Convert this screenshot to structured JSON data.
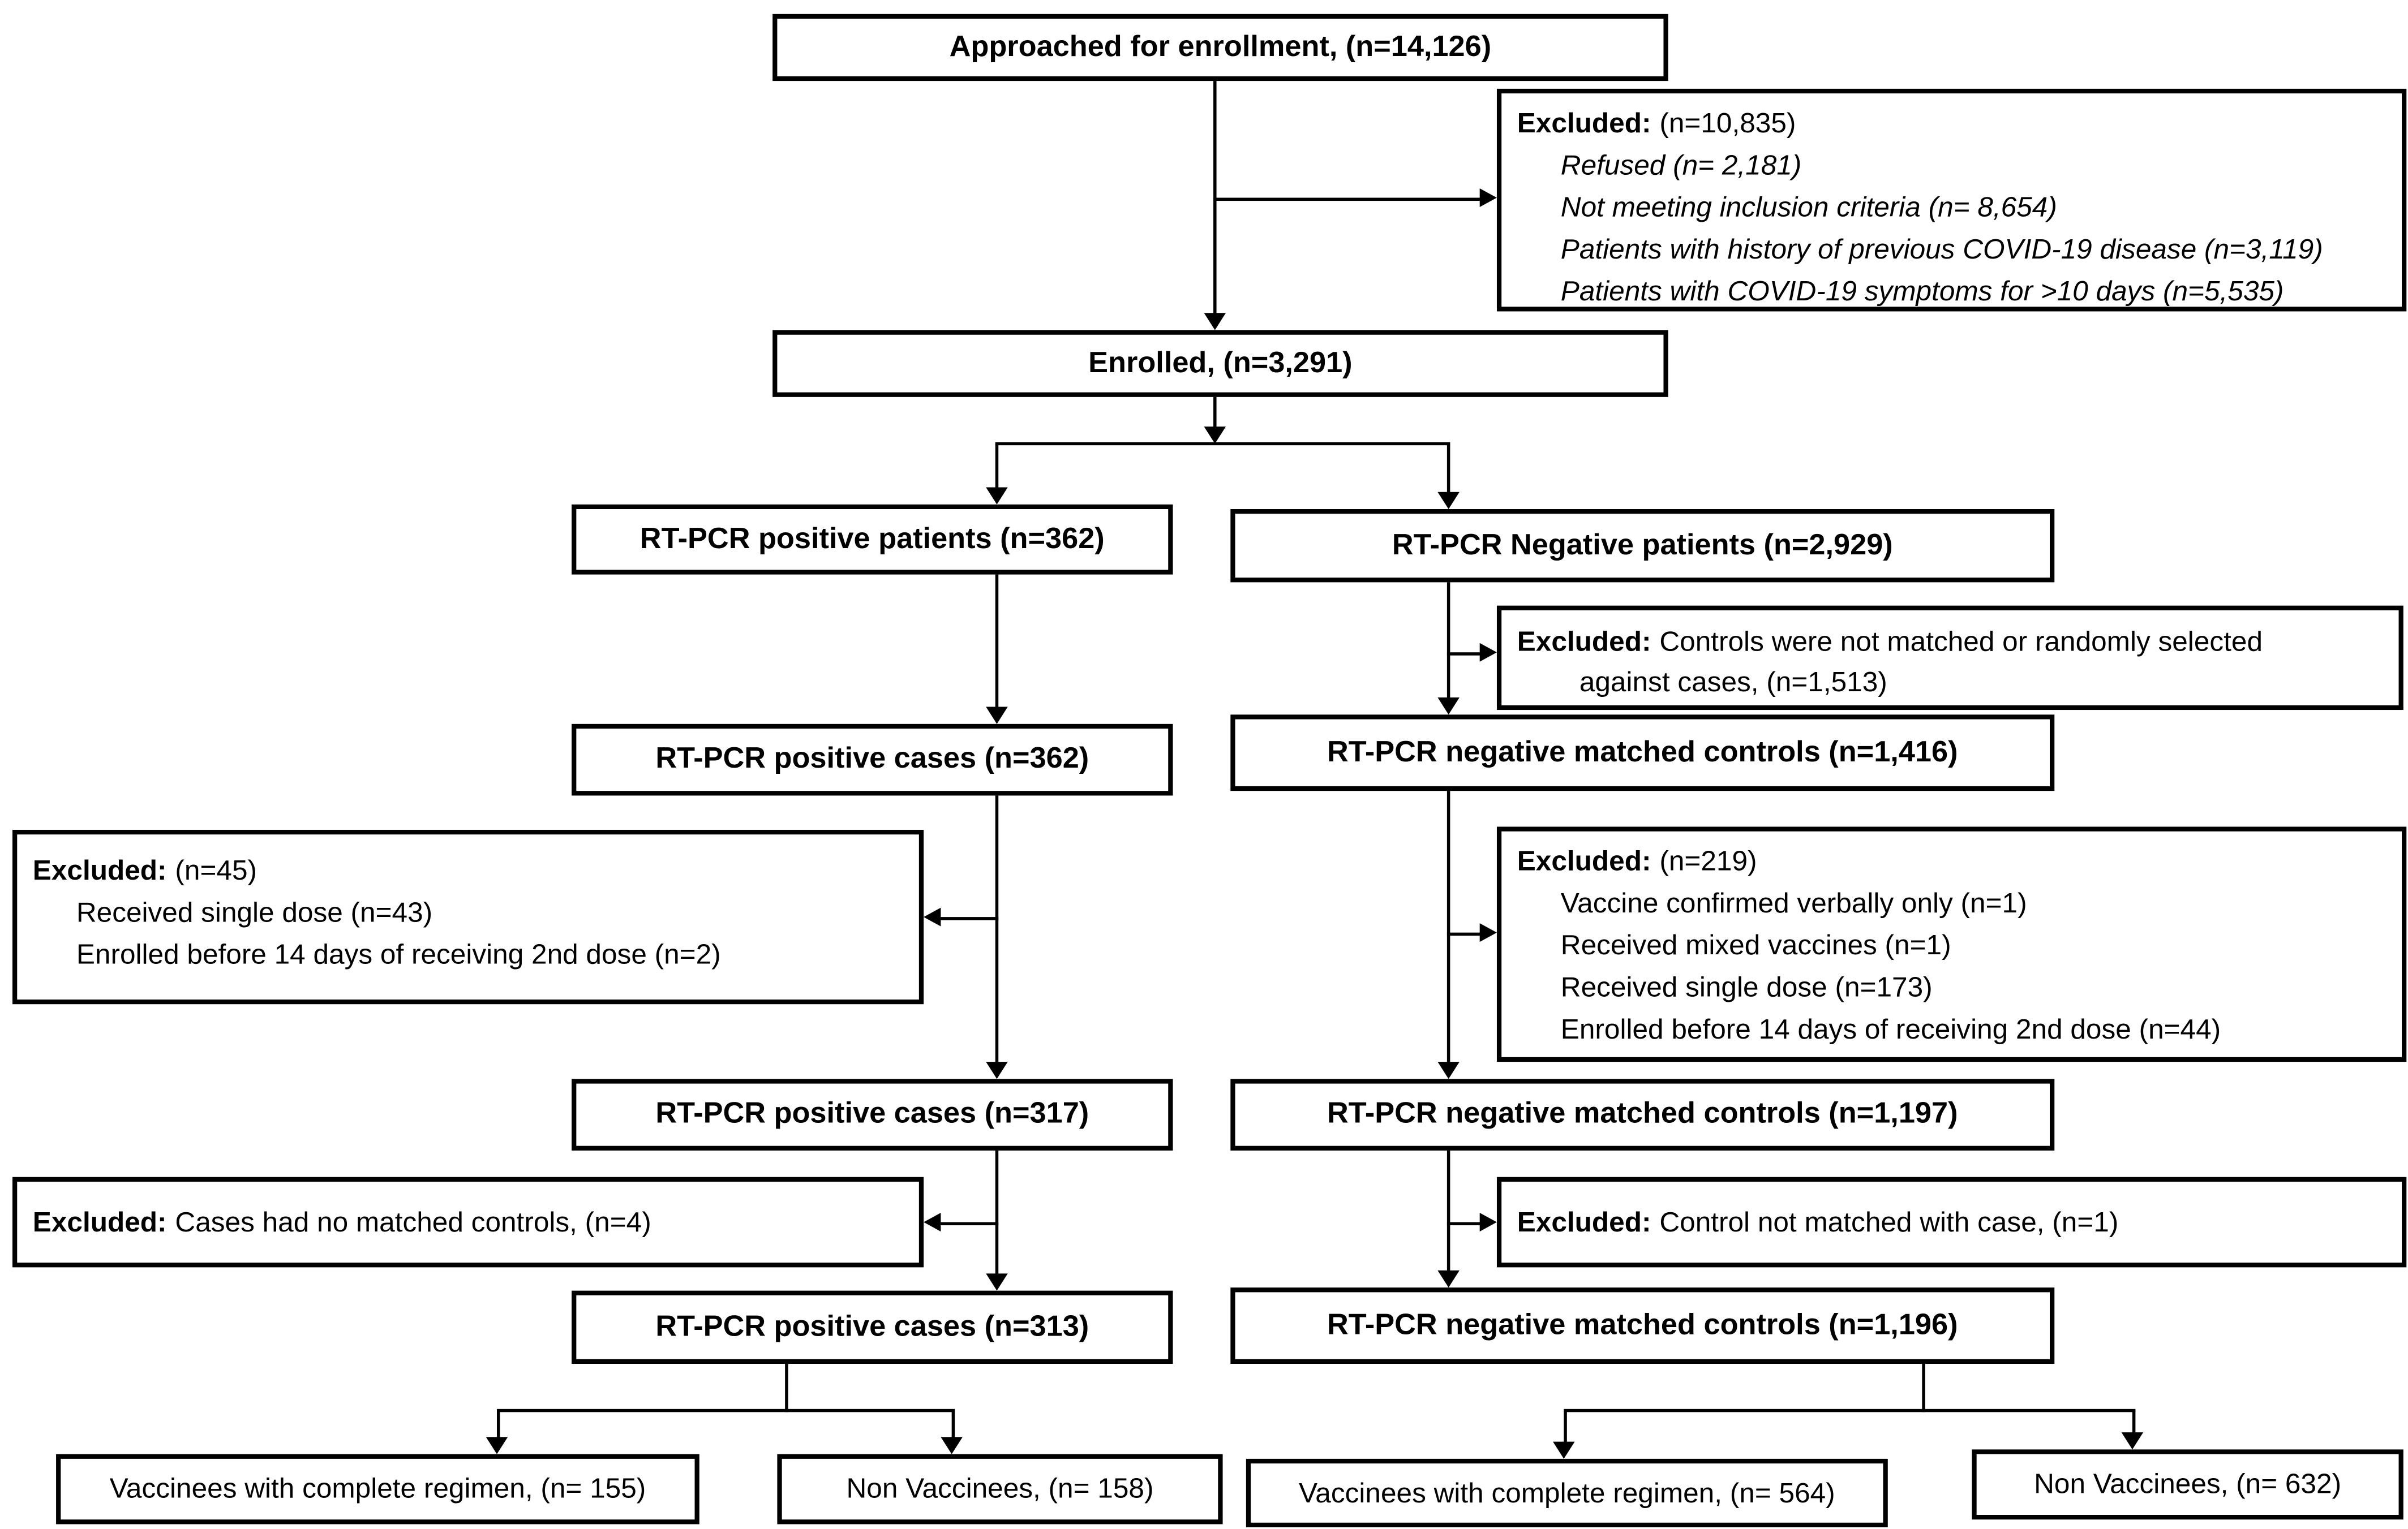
{
  "boxes": {
    "approached": "Approached for enrollment, (n=14,126)",
    "excluded_top": {
      "label": "Excluded:",
      "n": "(n=10,835)",
      "items": [
        "Refused (n= 2,181)",
        "Not meeting inclusion criteria (n= 8,654)",
        "Patients with history of previous COVID-19 disease (n=3,119)",
        "Patients with COVID-19 symptoms for >10 days (n=5,535)"
      ]
    },
    "enrolled": "Enrolled, (n=3,291)",
    "pos_patients": "RT-PCR positive patients (n=362)",
    "neg_patients": "RT-PCR Negative patients (n=2,929)",
    "excluded_controls": {
      "label": "Excluded:",
      "text": "Controls were not matched or randomly selected against cases, (n=1,513)"
    },
    "pos_cases_362": "RT-PCR positive cases (n=362)",
    "neg_matched_1416": "RT-PCR negative matched controls (n=1,416)",
    "excluded_45": {
      "label": "Excluded:",
      "n": "(n=45)",
      "items": [
        "Received single dose (n=43)",
        "Enrolled before 14 days of receiving 2nd dose (n=2)"
      ]
    },
    "excluded_219": {
      "label": "Excluded:",
      "n": "(n=219)",
      "items": [
        "Vaccine confirmed verbally only (n=1)",
        "Received mixed vaccines (n=1)",
        "Received single dose (n=173)",
        "Enrolled before 14 days of receiving 2nd dose (n=44)"
      ]
    },
    "pos_cases_317": "RT-PCR positive cases (n=317)",
    "neg_matched_1197": "RT-PCR negative matched controls (n=1,197)",
    "excluded_4": {
      "label": "Excluded:",
      "text": "Cases had no matched controls, (n=4)"
    },
    "excluded_1": {
      "label": "Excluded:",
      "text": "Control not matched with case, (n=1)"
    },
    "pos_cases_313": "RT-PCR positive cases (n=313)",
    "neg_matched_1196": "RT-PCR negative matched controls (n=1,196)",
    "vacc_complete_cases": "Vaccinees with complete regimen, (n= 155)",
    "non_vacc_cases": "Non Vaccinees, (n= 158)",
    "vacc_complete_controls": "Vaccinees with complete regimen, (n= 564)",
    "non_vacc_controls": "Non Vaccinees, (n= 632)"
  },
  "colors": {
    "line": "#000000",
    "box_border": "#000000",
    "background": "#ffffff",
    "text": "#000000"
  }
}
